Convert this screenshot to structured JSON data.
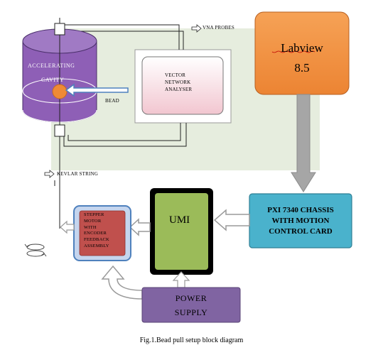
{
  "diagram": {
    "labview_line1": "Labview",
    "labview_line2": "8.5",
    "vna_probes": "VNA PROBES",
    "vna_line1": "VECTOR",
    "vna_line2": "NETWORK",
    "vna_line3": "ANALYSER",
    "cavity_line1": "ACCELERATING",
    "cavity_line2": "CAVITY",
    "bead": "BEAD",
    "kevlar": "KEVLAR STRING",
    "pxi_line1": "PXI 7340 CHASSIS",
    "pxi_line2": "WITH MOTION",
    "pxi_line3": "CONTROL CARD",
    "umi": "UMI",
    "stepper_line1": "STEPPER",
    "stepper_line2": "MOTOR",
    "stepper_line3": "WITH",
    "stepper_line4": "ENCODER",
    "stepper_line5": "FEEDBACK",
    "stepper_line6": "ASSEMBLY",
    "power_line1": "POWER",
    "power_line2": "SUPPLY",
    "caption": "Fig.1.Bead pull setup block diagram"
  },
  "colors": {
    "background_panel": "#e6edde",
    "labview": "#f08f3e",
    "cavity": "#8e5fb6",
    "bead": "#ef8a35",
    "pxi": "#4ab2cc",
    "umi": "#9bbb59",
    "stepper": "#c0504d",
    "stepper_border": "#5b86c8",
    "power": "#8064a2",
    "arrow": "#a6a6a6"
  }
}
